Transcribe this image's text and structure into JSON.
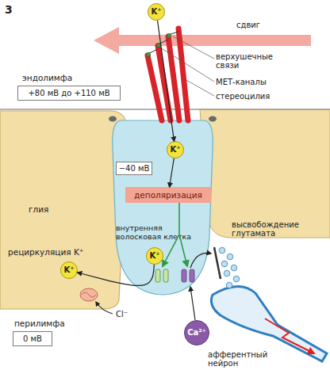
{
  "diagram": {
    "nodes": [
      {
        "text": [
          "K⁺"
        ]
      },
      {
        "text": [
          "эндолимфа",
          "+80 мВ до +110 мВ"
        ]
      },
      {
        "text": [
          "глия",
          "рециркуляция K⁺"
        ]
      },
      {
        "text": [
          "внутренняя волосковая клетка"
        ]
      },
      {
        "text": [
          "K⁺"
        ],
        "in": 3
      },
      {
        "text": [
          "−40 мВ"
        ],
        "in": 3
      },
      {
        "text": [
          "деполяризация"
        ],
        "in": 3
      },
      {
        "text": [
          "K⁺"
        ],
        "in": 3
      },
      {
        "text": [
          "K⁺"
        ],
        "in": 2
      },
      {
        "text": [
          "перилимфа",
          "0 мВ"
        ]
      },
      {
        "text": [
          "Ca²⁺"
        ]
      }
    ],
    "edges": [
      {
        "from": 0,
        "to": 4,
        "arrow": "to"
      },
      {
        "from": 4,
        "to": 6,
        "arrow": "to"
      },
      {
        "from": 7,
        "to": 8,
        "arrow": "to"
      }
    ],
    "labels": [
      "3",
      "сдвиг",
      "верхушечные связи",
      "МЕТ-каналы",
      "стереоцилия",
      "высвобождение глутамата",
      "Cl⁻",
      "афферентный нейрон"
    ]
  }
}
